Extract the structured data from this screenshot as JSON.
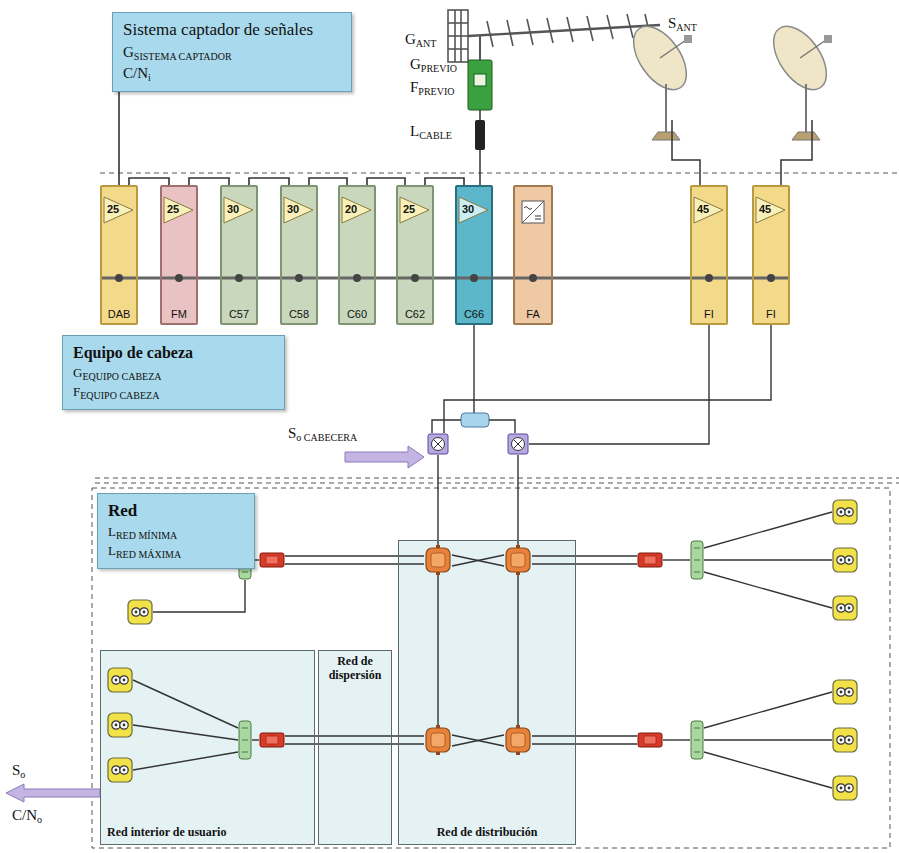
{
  "diagram": {
    "nodes": [
      {
        "text": [
          "Sistema captador de señales",
          "G",
          "SISTEMA CAPTADOR",
          "C/N",
          "i"
        ]
      },
      {
        "text": [
          "25",
          "DAB"
        ]
      },
      {
        "text": [
          "25",
          "FM"
        ]
      },
      {
        "text": [
          "30",
          "C57"
        ]
      },
      {
        "text": [
          "30",
          "C58"
        ]
      },
      {
        "text": [
          "20",
          "C60"
        ]
      },
      {
        "text": [
          "25",
          "C62"
        ]
      },
      {
        "text": [
          "30",
          "C66"
        ]
      },
      {
        "text": [
          "FA"
        ]
      },
      {
        "text": [
          "45",
          "FI"
        ]
      },
      {
        "text": [
          "45",
          "FI"
        ]
      },
      {
        "text": [
          "Equipo de cabeza",
          "G",
          "EQUIPO CABEZA",
          "F",
          "EQUIPO CABEZA"
        ]
      },
      {
        "text": [
          "Red",
          "L",
          "RED MÍNIMA",
          "L",
          "RED MÁXIMA"
        ]
      },
      {
        "text": [
          "Red de dispersión"
        ]
      },
      {
        "text": [
          "Red de distribución"
        ]
      },
      {
        "text": [
          "Red interior de usuario"
        ]
      }
    ],
    "edges": [
      {
        "from": 0,
        "to": 1,
        "arrow": "none"
      },
      {
        "from": 1,
        "to": 2,
        "arrow": "none"
      },
      {
        "from": 2,
        "to": 3,
        "arrow": "none"
      },
      {
        "from": 3,
        "to": 4,
        "arrow": "none"
      },
      {
        "from": 4,
        "to": 5,
        "arrow": "none"
      },
      {
        "from": 5,
        "to": 6,
        "arrow": "none"
      },
      {
        "from": 6,
        "to": 7,
        "arrow": "none"
      }
    ],
    "labels": [
      "S",
      "ANT",
      "G",
      "ANT",
      "G",
      "PREVIO",
      "F",
      "PREVIO",
      "L",
      "CABLE",
      "S",
      "o CABECERA",
      "S",
      "o",
      "C/N",
      "o"
    ]
  }
}
